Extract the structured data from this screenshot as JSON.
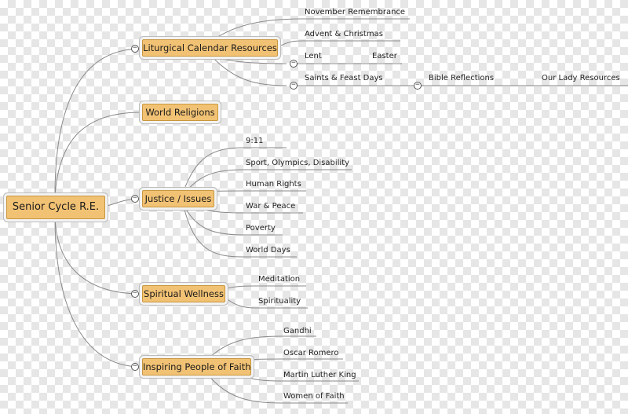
{
  "root": {
    "label": "Senior Cycle R.E."
  },
  "branches": [
    {
      "label": "Liturgical Calendar Resources",
      "children": [
        "November Remembrance",
        "Advent & Christmas",
        "Lent",
        "Easter",
        "Saints & Feast Days",
        "Bible Reflections",
        "Our Lady Resources"
      ]
    },
    {
      "label": "World Religions",
      "children": []
    },
    {
      "label": "Justice / Issues",
      "children": [
        "9:11",
        "Sport, Olympics, Disability",
        "Human Rights",
        "War & Peace",
        "Poverty",
        "World Days"
      ]
    },
    {
      "label": "Spiritual Wellness",
      "children": [
        "Meditation",
        "Spirituality"
      ]
    },
    {
      "label": "Inspiring People of Faith",
      "children": [
        "Gandhi",
        "Oscar Romero",
        "Martin Luther King",
        "Women of Faith"
      ]
    }
  ],
  "toggle_symbol": "−",
  "colors": {
    "node_fill": "#f2c274",
    "node_border": "#c9973f",
    "line": "#8a8a8a"
  }
}
